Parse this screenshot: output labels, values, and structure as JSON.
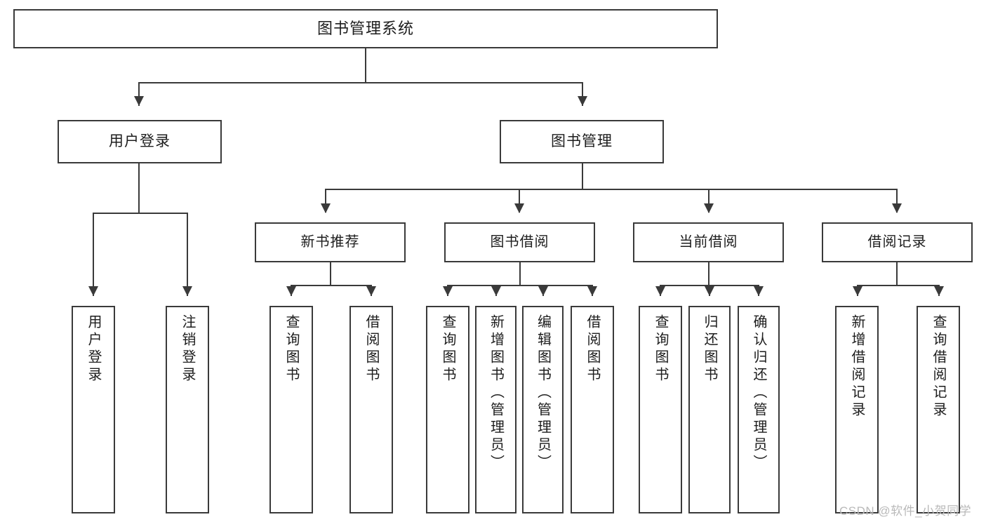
{
  "diagram": {
    "type": "tree",
    "title": "图书管理系统",
    "orientation": "top-down",
    "colors": {
      "background": "#ffffff",
      "box_border": "#3a3a3a",
      "box_fill": "#ffffff",
      "text": "#1d1d1d",
      "connector": "#3a3a3a",
      "watermark": "#b9b9b9"
    },
    "root": {
      "label": "图书管理系统"
    },
    "level2": [
      {
        "label": "用户登录"
      },
      {
        "label": "图书管理"
      }
    ],
    "level3": [
      {
        "label": "新书推荐"
      },
      {
        "label": "图书借阅"
      },
      {
        "label": "当前借阅"
      },
      {
        "label": "借阅记录"
      }
    ],
    "leaves": {
      "user_login": [
        {
          "label": "用户登录"
        },
        {
          "label": "注销登录"
        }
      ],
      "new_book_recommend": [
        {
          "label": "查询图书"
        },
        {
          "label": "借阅图书"
        }
      ],
      "book_borrow": [
        {
          "label": "查询图书"
        },
        {
          "label": "新增图书（管理员）"
        },
        {
          "label": "编辑图书（管理员）"
        },
        {
          "label": "借阅图书"
        }
      ],
      "current_borrow": [
        {
          "label": "查询图书"
        },
        {
          "label": "归还图书"
        },
        {
          "label": "确认归还（管理员）"
        }
      ],
      "borrow_record": [
        {
          "label": "新增借阅记录"
        },
        {
          "label": "查询借阅记录"
        }
      ]
    }
  },
  "watermark": {
    "text": "CSDN @软件_小贺同学"
  }
}
